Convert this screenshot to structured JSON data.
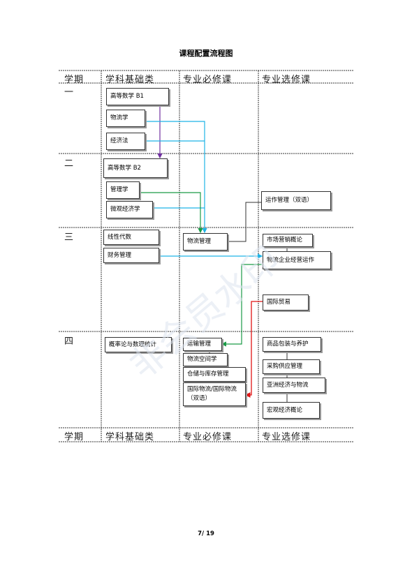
{
  "title": "课程配置流程图",
  "headers": [
    "学期",
    "学科基础类",
    "专业必修课",
    "专业选修课"
  ],
  "terms": [
    "一",
    "二",
    "三",
    "四"
  ],
  "nodes": {
    "math_b1": "高等数学 B1",
    "logistics": "物流学",
    "econ_law": "经济法",
    "math_b2": "高等数学 B2",
    "management": "管理学",
    "micro_econ": "微观经济学",
    "ops_mgmt": "运作管理（双语）",
    "linear_alg": "线性代数",
    "logistics_mgmt": "物流管理",
    "marketing": "市场营销概论",
    "financial_mgmt": "财务管理",
    "enterprise_ops": "物流企业经营运作",
    "intl_trade": "国际贸易",
    "probability": "概率论与数理统计",
    "transport_mgmt": "运输管理",
    "packaging": "商品包装与养护",
    "spatial_logistics": "物流空间学",
    "procurement": "采购供应管理",
    "warehouse_mgmt": "仓储与库存管理",
    "asia_econ": "亚洲经济与物流",
    "intl_logistics": "国际物流/国际物流（双语）",
    "macro_econ": "宏观经济概论"
  },
  "colors": {
    "purple": "#7030a0",
    "cyan": "#1fb3e6",
    "green": "#1a9a46",
    "red": "#e01414",
    "black": "#333333"
  },
  "watermark": "非会员水印",
  "page_number": "7/ 19"
}
